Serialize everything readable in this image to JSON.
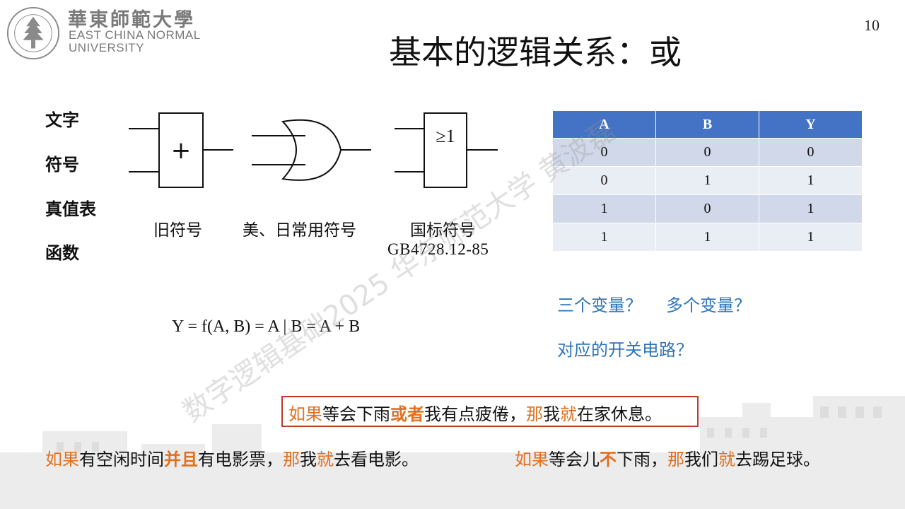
{
  "header": {
    "university_cn": "華東師範大學",
    "university_en_line1": "EAST CHINA NORMAL",
    "university_en_line2": "UNIVERSITY",
    "logo_icon": "ecnu-emblem-icon",
    "page_number": "10"
  },
  "title": "基本的逻辑关系：或",
  "row_labels": [
    "文字",
    "符号",
    "真值表",
    "函数"
  ],
  "gates": {
    "old_symbol_text": "+",
    "national_symbol_text": "≥1",
    "labels": [
      "旧符号",
      "美、日常用符号",
      "国标符号"
    ],
    "standard": "GB4728.12-85"
  },
  "truth_table": {
    "headers": [
      "A",
      "B",
      "Y"
    ],
    "rows": [
      [
        "0",
        "0",
        "0"
      ],
      [
        "0",
        "1",
        "1"
      ],
      [
        "1",
        "0",
        "1"
      ],
      [
        "1",
        "1",
        "1"
      ]
    ],
    "header_color": "#4472c4"
  },
  "questions": {
    "three_vars": "三个变量？",
    "multi_vars": "多个变量？",
    "switch_circuit": "对应的开关电路？"
  },
  "formula": "Y = f(A, B) = A | B = A + B",
  "sentences": {
    "boxed": {
      "p1": "如果",
      "p2": "等会下雨",
      "p3": "或者",
      "p4": "我有点疲倦，",
      "p5": "那",
      "p6": "我",
      "p7": "就",
      "p8": "在家休息。"
    },
    "left": {
      "p1": "如果",
      "p2": "有空闲时间",
      "p3": "并且",
      "p4": "有电影票，",
      "p5": "那",
      "p6": "我",
      "p7": "就",
      "p8": "去看电影。"
    },
    "right": {
      "p1": "如果",
      "p2": "等会儿",
      "p3": "不",
      "p4": "下雨，",
      "p5": "那",
      "p6": "我们",
      "p7": "就",
      "p8": "去踢足球。"
    }
  },
  "watermark": "数字逻辑基础2025 华东师范大学 黄波磊",
  "colors": {
    "highlight": "#e07020",
    "question_blue": "#2e75b6",
    "box_red": "#c0392b"
  }
}
